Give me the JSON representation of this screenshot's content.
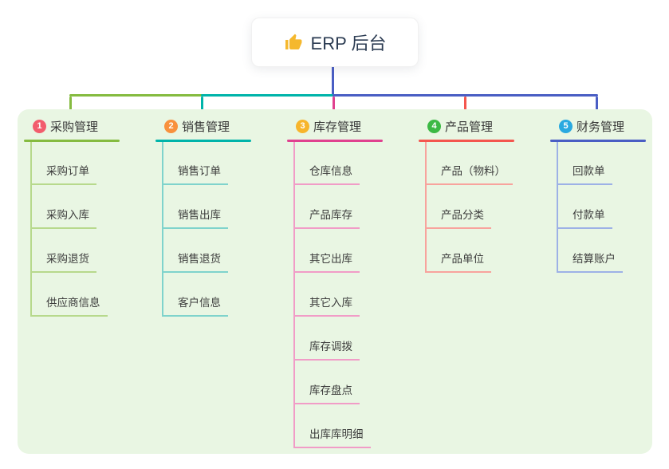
{
  "root": {
    "title": "ERP 后台",
    "icon": "thumbs-up-icon",
    "icon_color": "#f5b82e"
  },
  "branches": [
    {
      "index": "1",
      "label": "采购管理",
      "badge_color": "#f25d6d",
      "line_color": "#85bb40",
      "child_line_color": "#b7d98c",
      "children": [
        "采购订单",
        "采购入库",
        "采购退货",
        "供应商信息"
      ]
    },
    {
      "index": "2",
      "label": "销售管理",
      "badge_color": "#f8913d",
      "line_color": "#00b4aa",
      "child_line_color": "#7fd3cc",
      "children": [
        "销售订单",
        "销售出库",
        "销售退货",
        "客户信息"
      ]
    },
    {
      "index": "3",
      "label": "库存管理",
      "badge_color": "#f7b52c",
      "line_color": "#e0418f",
      "child_line_color": "#f19cc7",
      "children": [
        "仓库信息",
        "产品库存",
        "其它出库",
        "其它入库",
        "库存调拨",
        "库存盘点",
        "出库库明细"
      ]
    },
    {
      "index": "4",
      "label": "产品管理",
      "badge_color": "#3cb944",
      "line_color": "#f4564e",
      "child_line_color": "#f8a39d",
      "children": [
        "产品（物料）",
        "产品分类",
        "产品单位"
      ]
    },
    {
      "index": "5",
      "label": "财务管理",
      "badge_color": "#29a9e0",
      "line_color": "#4a5ec4",
      "child_line_color": "#9db1e6",
      "children": [
        "回款单",
        "付款单",
        "结算账户"
      ]
    }
  ],
  "colors": {
    "panel_bg": "#e9f6e3",
    "root_connector": "#4a5ec4",
    "title_text": "#2b3b52"
  }
}
